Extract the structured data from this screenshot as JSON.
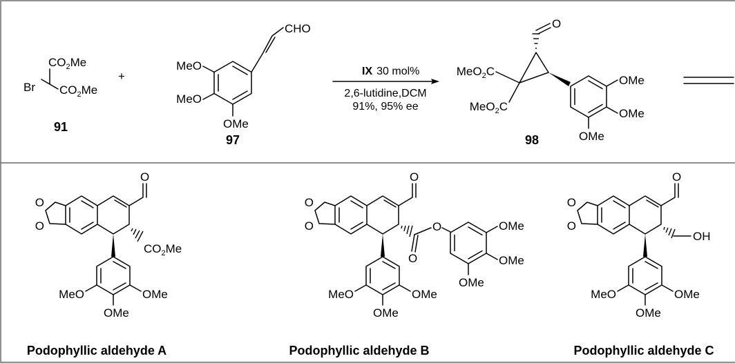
{
  "compounds": {
    "c91": {
      "label": "91",
      "groups": {
        "co2me_top": "CO2Me",
        "co2me_bottom": "CO2Me",
        "br": "Br"
      }
    },
    "c97": {
      "label": "97",
      "groups": {
        "cho": "CHO",
        "ome_1": "MeO",
        "ome_2": "MeO",
        "ome_3": "OMe"
      }
    },
    "c98": {
      "label": "98",
      "groups": {
        "co2me_1": "MeO2C",
        "co2me_2": "MeO2C",
        "ome_1": "OMe",
        "ome_2": "OMe",
        "ome_3": "OMe",
        "ald_o": "O"
      }
    }
  },
  "plus_sign": "+",
  "reaction": {
    "catalyst": "IX",
    "loading": "30 mol%",
    "conditions": "2,6-lutidine,DCM",
    "yield": "91%, 95% ee"
  },
  "products": [
    {
      "name": "Podophyllic aldehyde A",
      "groups": {
        "ald_o": "O",
        "ring_o_top": "O",
        "ring_o_bottom": "O",
        "side": "CO2Me",
        "ome_left": "MeO",
        "ome_mid": "OMe",
        "ome_right": "OMe"
      }
    },
    {
      "name": "Podophyllic aldehyde B",
      "groups": {
        "ald_o": "O",
        "ring_o_top": "O",
        "ring_o_bottom": "O",
        "ester_o_dbl": "O",
        "ester_o": "O",
        "ome_left": "MeO",
        "ome_mid": "OMe",
        "ome_right": "OMe",
        "ar2_ome_1": "OMe",
        "ar2_ome_2": "OMe",
        "ar2_ome_3": "OMe"
      }
    },
    {
      "name": "Podophyllic aldehyde C",
      "groups": {
        "ald_o": "O",
        "ring_o_top": "O",
        "ring_o_bottom": "O",
        "side": "OH",
        "ome_left": "MeO",
        "ome_mid": "OMe",
        "ome_right": "OMe"
      }
    }
  ],
  "colors": {
    "ink": "#000000",
    "background": "#ffffff",
    "frame": "#4a4a4a"
  }
}
